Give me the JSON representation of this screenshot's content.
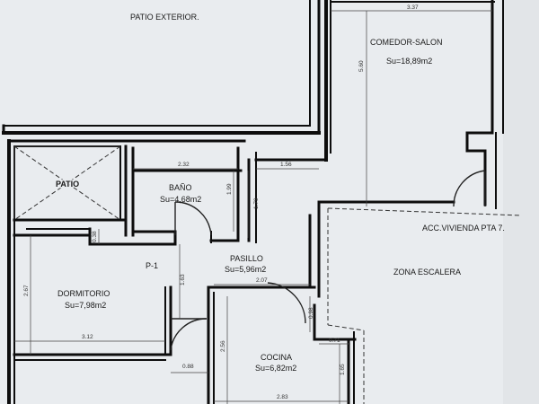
{
  "rooms": {
    "patio_exterior": {
      "name": "PATIO EXTERIOR."
    },
    "comedor": {
      "name": "COMEDOR-SALON",
      "area": "Su=18,89m2"
    },
    "patio": {
      "name": "PATIO"
    },
    "bano": {
      "name": "BAÑO",
      "area": "Su=4,68m2"
    },
    "pasillo": {
      "name": "PASILLO",
      "area": "Su=5,96m2"
    },
    "dormitorio": {
      "name": "DORMITORIO",
      "area": "Su=7,98m2"
    },
    "cocina": {
      "name": "COCINA",
      "area": "Su=6,82m2"
    },
    "zona_escalera": {
      "name": "ZONA ESCALERA"
    }
  },
  "labels": {
    "acceso": "ACC.VIVIENDA PTA 7.",
    "p1": "P-1"
  },
  "dimensions": {
    "d337": "3.37",
    "d560": "5.60",
    "d232": "2.32",
    "d156": "1.56",
    "d199": "1.99",
    "d179": "1.79",
    "d038": "0.38",
    "d267": "2.67",
    "d163": "1.63",
    "d207": "2.07",
    "d098": "0.98",
    "d312": "3.12",
    "d088": "0.88",
    "d256": "2.56",
    "d071": "0.71",
    "d165": "1.65",
    "d283": "2.83"
  },
  "colors": {
    "background": "#e9ecef",
    "wall": "#0d0d0d"
  }
}
